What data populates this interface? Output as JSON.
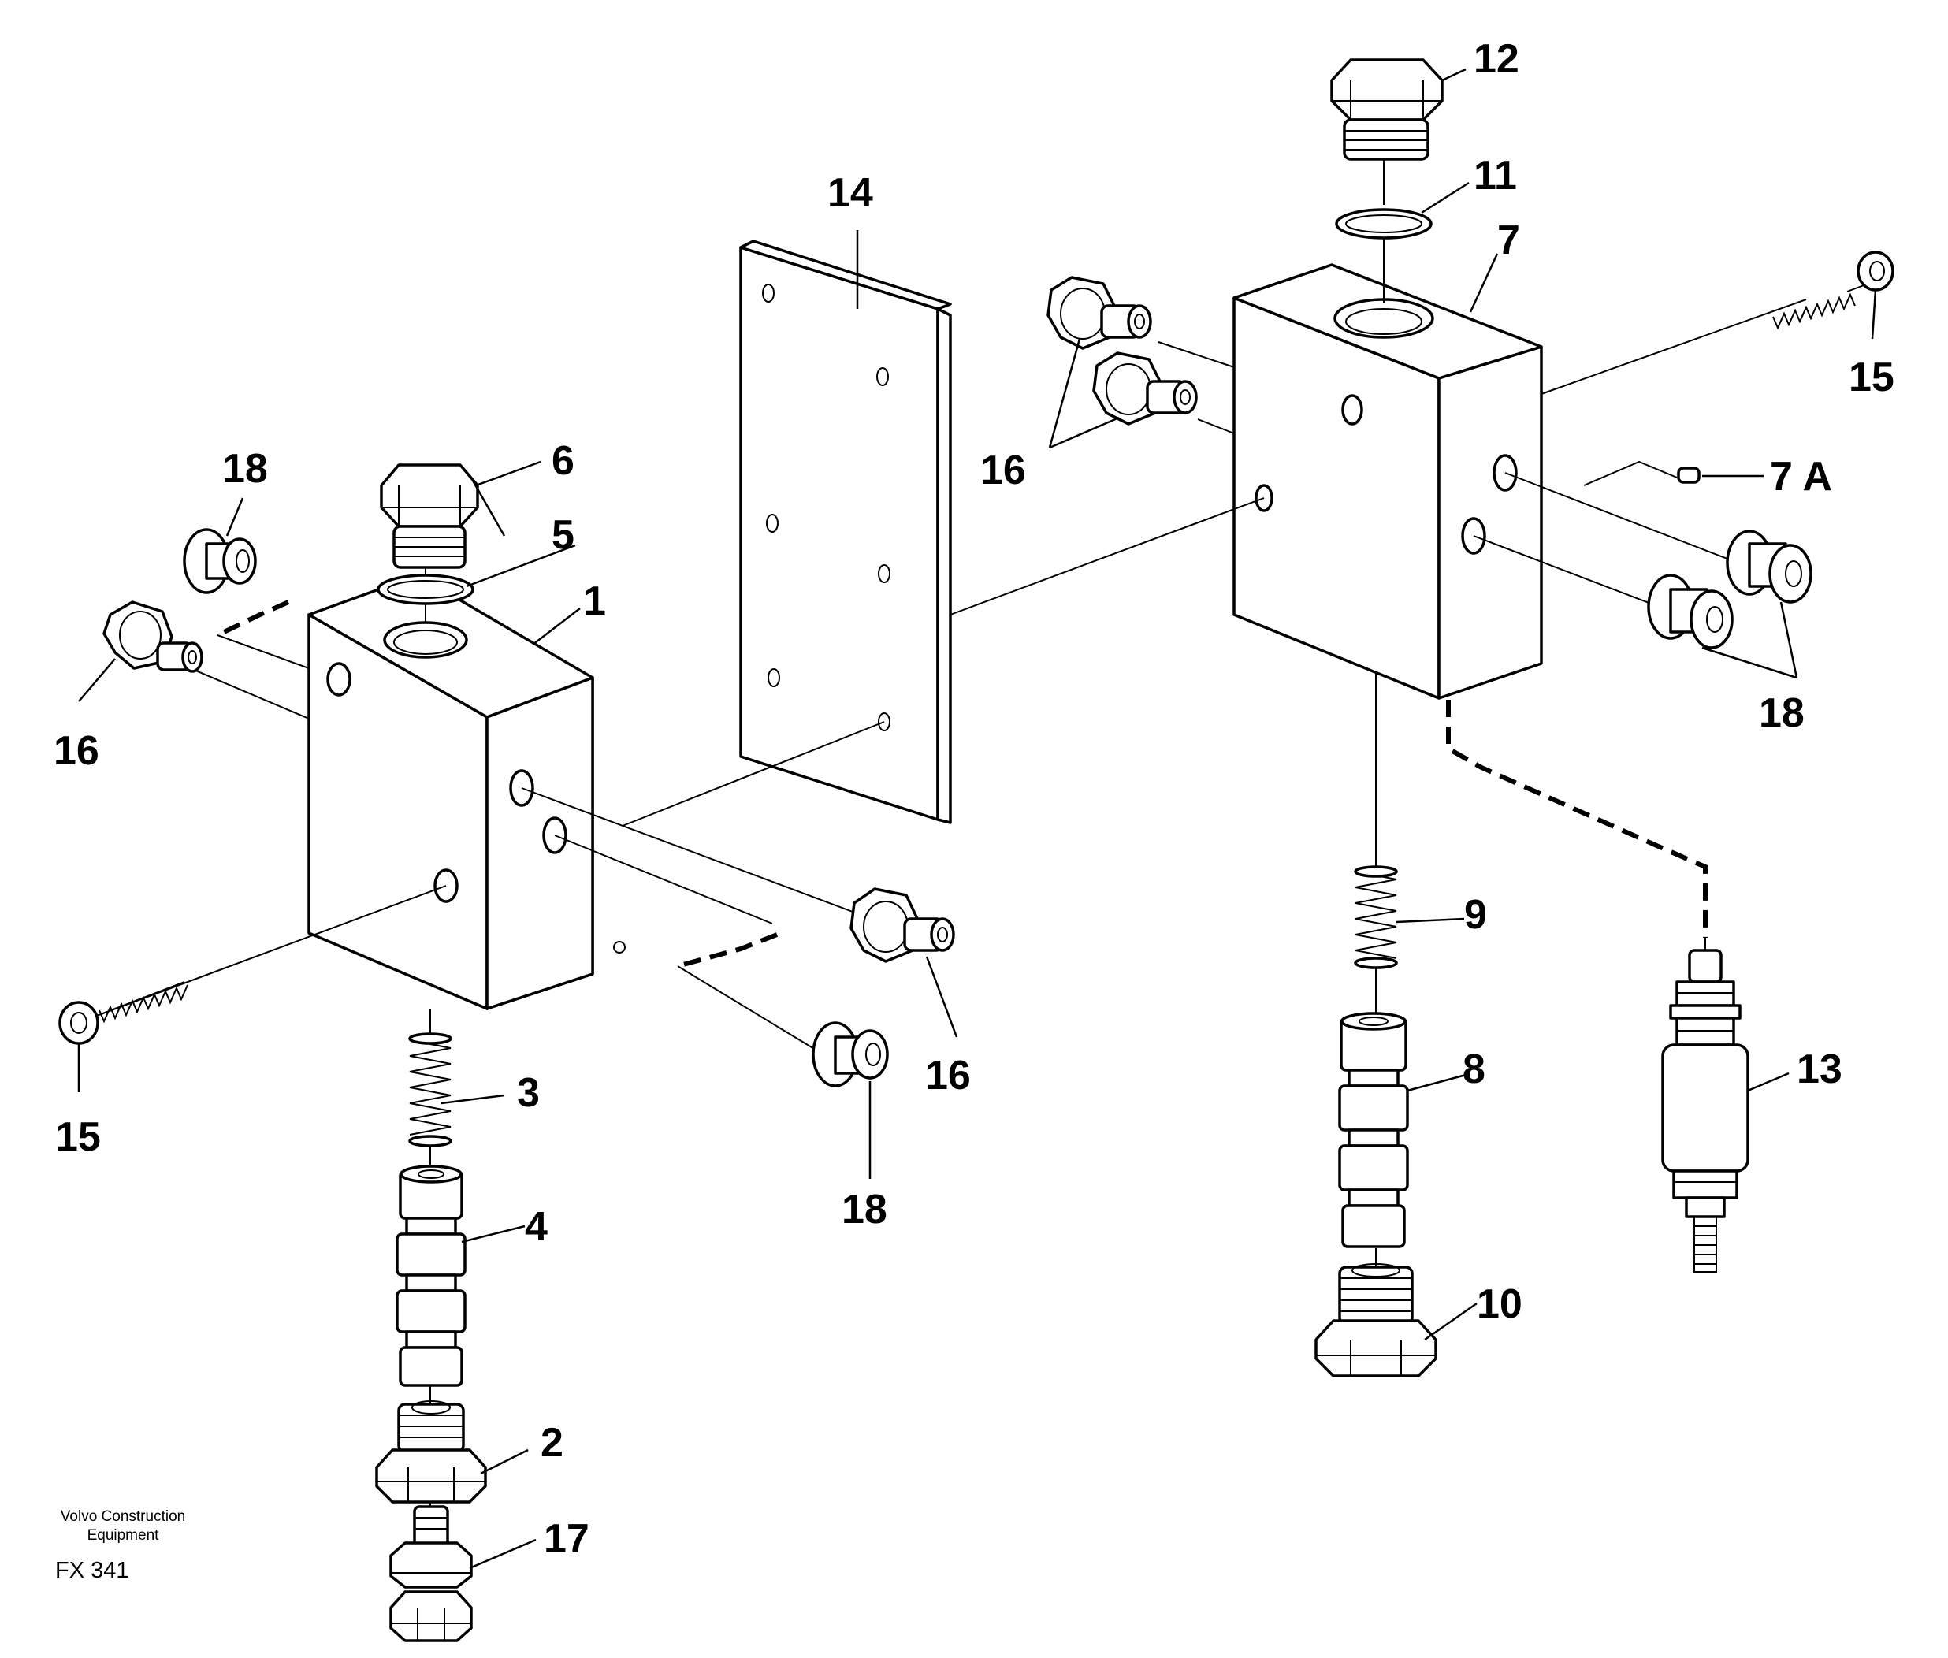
{
  "callouts": {
    "c1": "1",
    "c2": "2",
    "c3": "3",
    "c4": "4",
    "c5": "5",
    "c6": "6",
    "c7": "7",
    "c7a": "7 A",
    "c8": "8",
    "c9": "9",
    "c10": "10",
    "c11": "11",
    "c12": "12",
    "c13": "13",
    "c14": "14",
    "c15a": "15",
    "c15b": "15",
    "c16a": "16",
    "c16b": "16",
    "c16c": "16",
    "c17": "17",
    "c18a": "18",
    "c18b": "18",
    "c18c": "18"
  },
  "credit": {
    "line1": "Volvo Construction",
    "line2": "Equipment",
    "code": "FX 341"
  }
}
